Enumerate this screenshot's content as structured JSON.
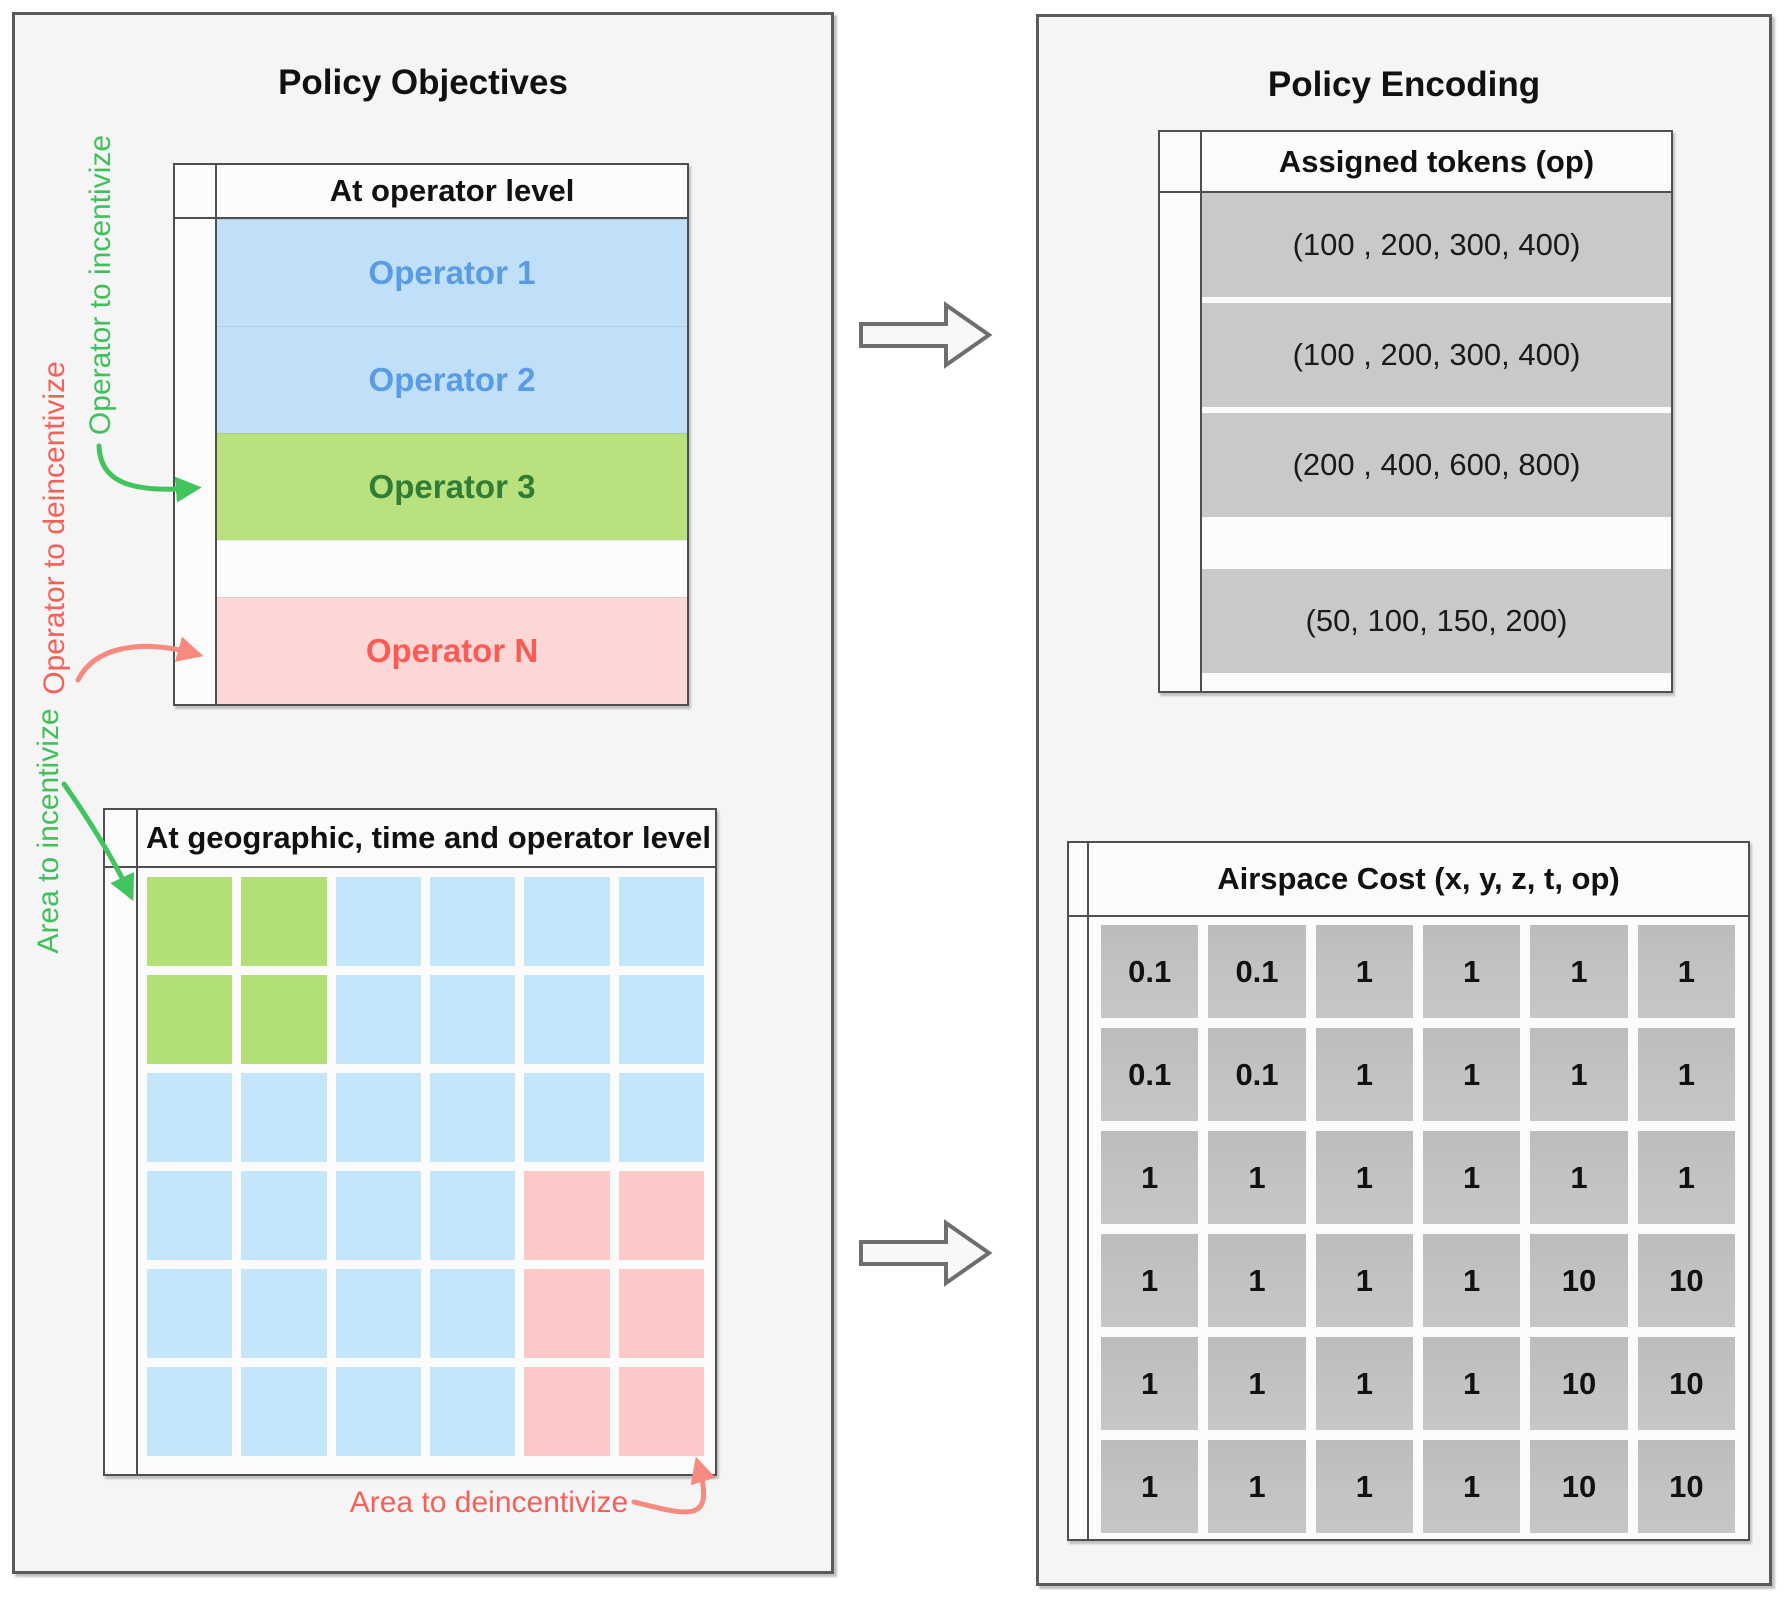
{
  "left_panel": {
    "title": "Policy Objectives",
    "operator_table": {
      "header": "At operator level",
      "rows": [
        {
          "label": "Operator 1",
          "type": "blue"
        },
        {
          "label": "Operator 2",
          "type": "blue"
        },
        {
          "label": "Operator 3",
          "type": "green"
        },
        {
          "label": "",
          "type": "blank"
        },
        {
          "label": "Operator N",
          "type": "pink"
        }
      ]
    },
    "annotations": {
      "operator_incentivize": "Operator to incentivize",
      "operator_deincentivize": "Operator to deincentivize",
      "area_incentivize": "Area to incentivize",
      "area_deincentivize": "Area to deincentivize"
    },
    "geo_table": {
      "header": "At geographic, time and operator level",
      "grid": [
        [
          "green",
          "green",
          "blue",
          "blue",
          "blue",
          "blue"
        ],
        [
          "green",
          "green",
          "blue",
          "blue",
          "blue",
          "blue"
        ],
        [
          "blue",
          "blue",
          "blue",
          "blue",
          "blue",
          "blue"
        ],
        [
          "blue",
          "blue",
          "blue",
          "blue",
          "pink",
          "pink"
        ],
        [
          "blue",
          "blue",
          "blue",
          "blue",
          "pink",
          "pink"
        ],
        [
          "blue",
          "blue",
          "blue",
          "blue",
          "pink",
          "pink"
        ]
      ]
    }
  },
  "right_panel": {
    "title": "Policy Encoding",
    "tokens_table": {
      "header": "Assigned tokens (op)",
      "rows": [
        "(100 , 200, 300, 400)",
        "(100 , 200, 300, 400)",
        "(200 , 400, 600, 800)",
        "",
        "(50, 100, 150, 200)"
      ]
    },
    "cost_table": {
      "header": "Airspace Cost (x, y, z, t, op)",
      "grid": [
        [
          "0.1",
          "0.1",
          "1",
          "1",
          "1",
          "1"
        ],
        [
          "0.1",
          "0.1",
          "1",
          "1",
          "1",
          "1"
        ],
        [
          "1",
          "1",
          "1",
          "1",
          "1",
          "1"
        ],
        [
          "1",
          "1",
          "1",
          "1",
          "10",
          "10"
        ],
        [
          "1",
          "1",
          "1",
          "1",
          "10",
          "10"
        ],
        [
          "1",
          "1",
          "1",
          "1",
          "10",
          "10"
        ]
      ]
    }
  },
  "colors": {
    "incentivize_green": "#41bf5b",
    "deincentivize_red": "#f4615a",
    "arrow_green": "#41c35e",
    "arrow_salmon": "#f8897e",
    "operator_blue_bg": "#bfe0f8",
    "operator_blue_text": "#5a9ce4",
    "operator_green_bg": "#b9e27f",
    "operator_green_text": "#2f7d36",
    "operator_pink_bg": "#fcd7d5",
    "operator_pink_text": "#fb5a55",
    "grid_green": "#b2e077",
    "grid_blue": "#c4e6fb",
    "grid_pink": "#fbc9c8",
    "token_gray": "#c9c9c9",
    "cost_gray": "#c3c3c3"
  }
}
